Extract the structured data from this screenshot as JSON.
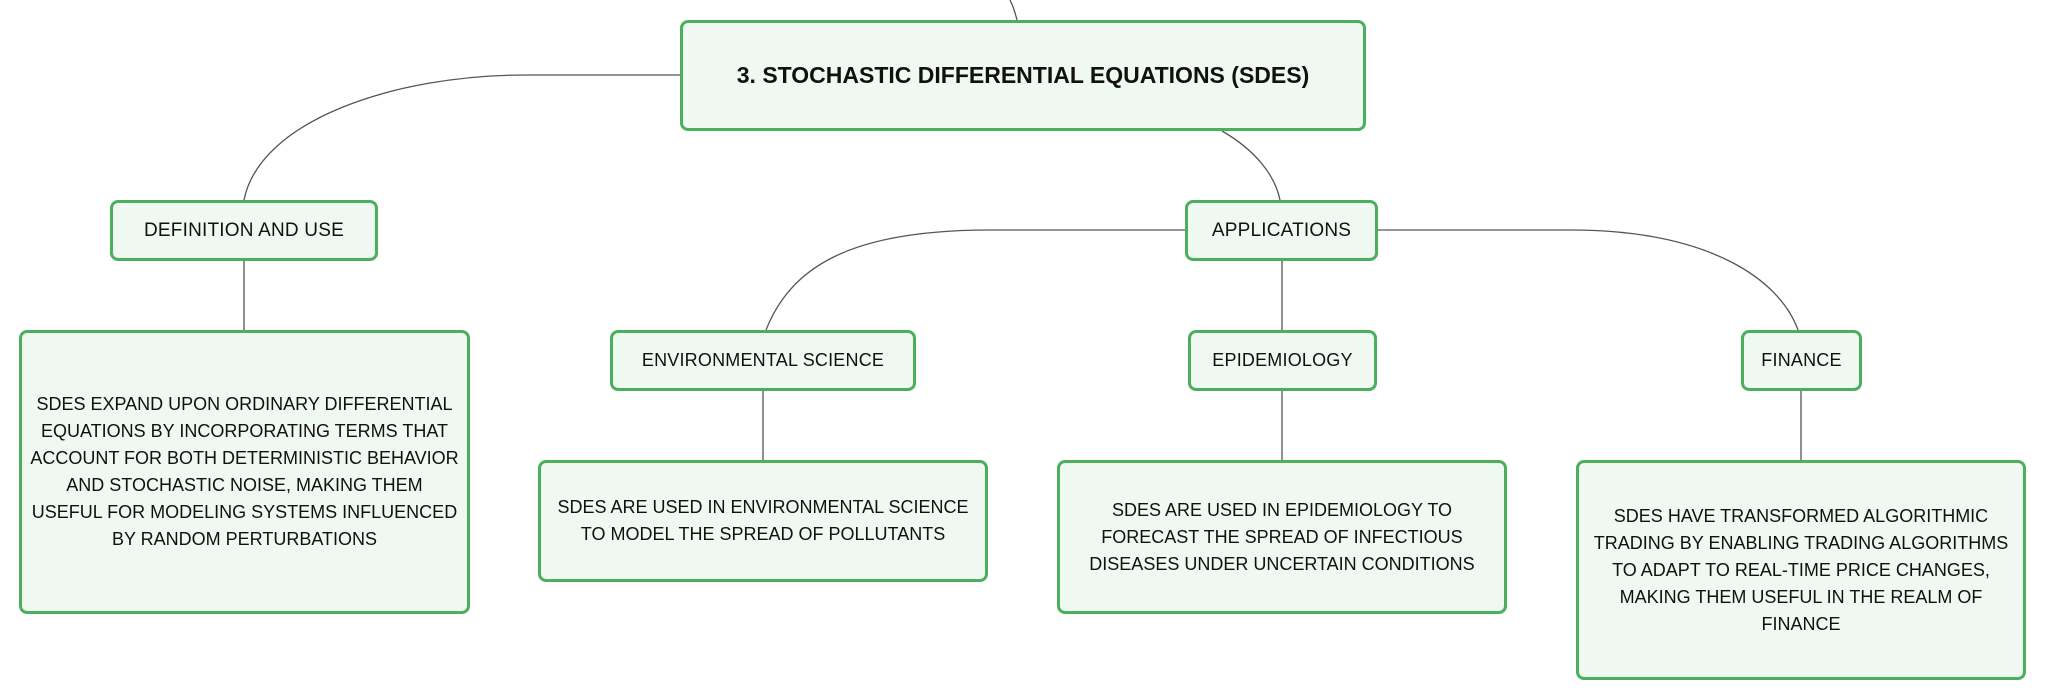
{
  "root": {
    "title": "3. STOCHASTIC DIFFERENTIAL EQUATIONS (SDES)"
  },
  "definition": {
    "label": "DEFINITION AND USE",
    "text": "SDES EXPAND UPON ORDINARY DIFFERENTIAL EQUATIONS BY INCORPORATING TERMS THAT ACCOUNT FOR BOTH DETERMINISTIC BEHAVIOR AND STOCHASTIC NOISE, MAKING THEM USEFUL FOR MODELING SYSTEMS INFLUENCED BY RANDOM PERTURBATIONS"
  },
  "applications": {
    "label": "APPLICATIONS",
    "environmental": {
      "label": "ENVIRONMENTAL SCIENCE",
      "text": "SDES ARE USED IN ENVIRONMENTAL SCIENCE TO MODEL THE SPREAD OF POLLUTANTS"
    },
    "epidemiology": {
      "label": "EPIDEMIOLOGY",
      "text": "SDES ARE USED IN EPIDEMIOLOGY TO FORECAST THE SPREAD OF INFECTIOUS DISEASES UNDER UNCERTAIN CONDITIONS"
    },
    "finance": {
      "label": "FINANCE",
      "text": "SDES HAVE TRANSFORMED ALGORITHMIC TRADING BY ENABLING TRADING ALGORITHMS TO ADAPT TO REAL-TIME PRICE CHANGES, MAKING THEM USEFUL IN THE REALM OF FINANCE"
    }
  },
  "colors": {
    "node_border": "#4caf5e",
    "node_fill": "#f0f8f2",
    "connector": "#555555",
    "text": "#111111"
  }
}
